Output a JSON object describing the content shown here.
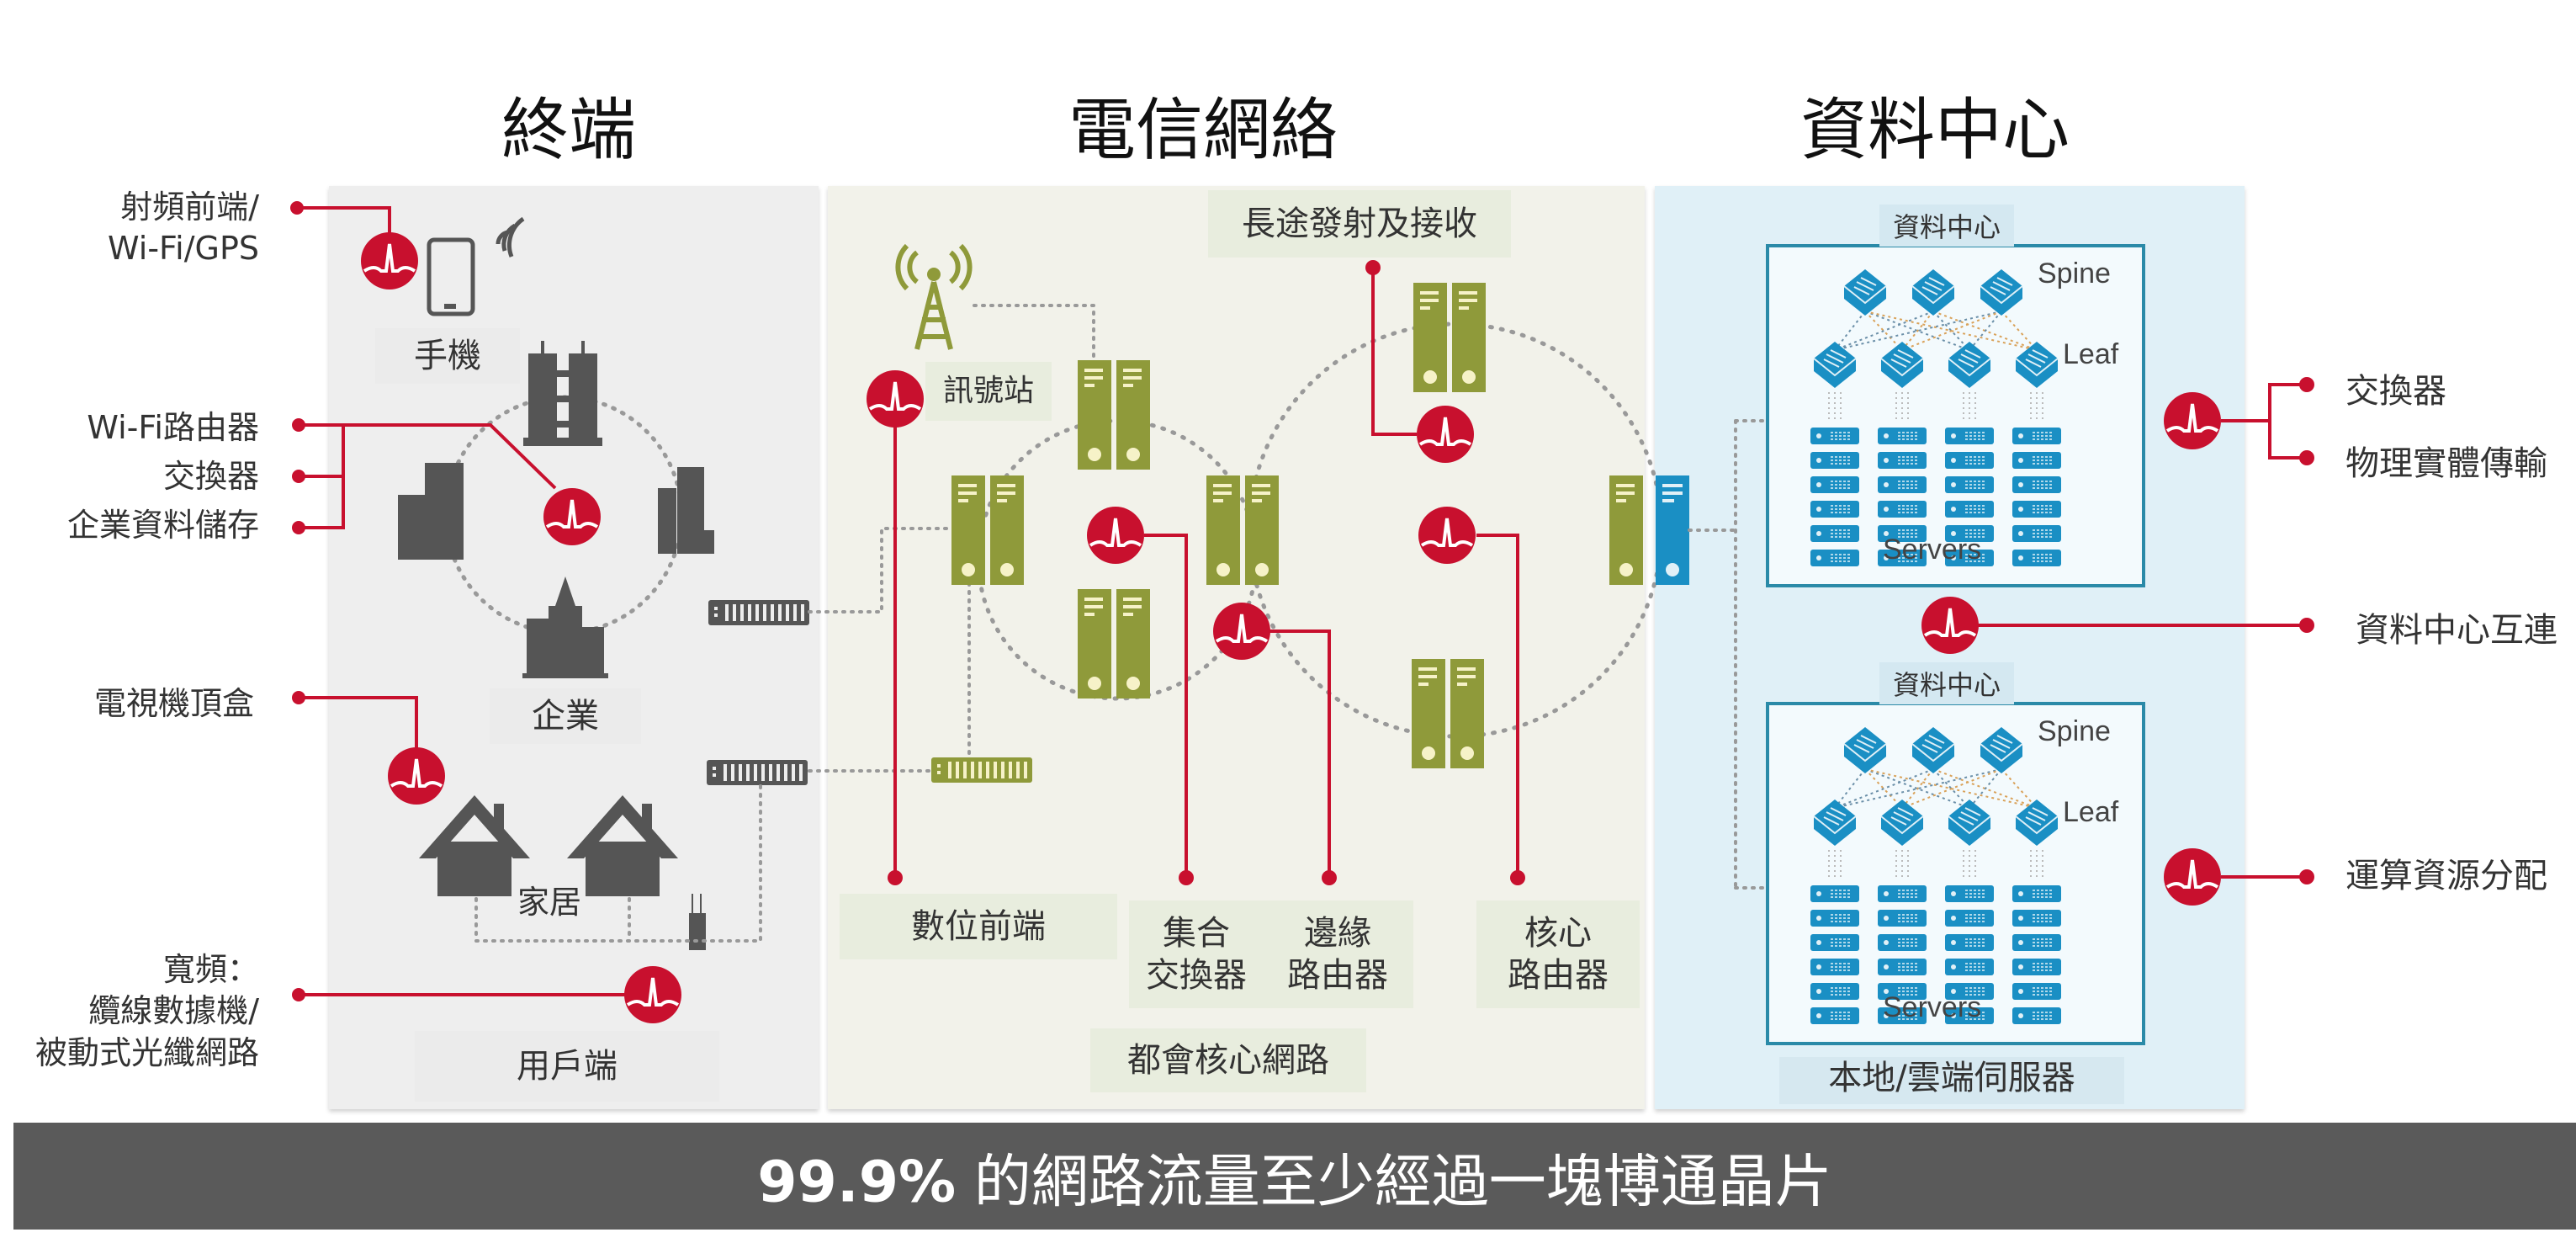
{
  "titles": {
    "endpoint": "終端",
    "telecom": "電信網絡",
    "datacenter": "資料中心"
  },
  "left_labels": {
    "rf": [
      "射頻前端/",
      "Wi-Fi/GPS"
    ],
    "wifi_router": "Wi-Fi路由器",
    "switch": "交換器",
    "enterprise_storage": "企業資料儲存",
    "set_top_box": "電視機頂盒",
    "broadband": [
      "寬頻：",
      "纜線數據機/",
      "被動式光纖網路"
    ]
  },
  "endpoint_panel": {
    "phone": "手機",
    "enterprise": "企業",
    "home": "家居",
    "customer": "用戶端"
  },
  "telecom_panel": {
    "long_haul": "長途發射及接收",
    "cell_tower": "訊號站",
    "digital_frontend": "數位前端",
    "aggregation_switch": [
      "集合",
      "交換器"
    ],
    "edge_router": [
      "邊緣",
      "路由器"
    ],
    "core_router": [
      "核心",
      "路由器"
    ],
    "metro_core": "都會核心網路"
  },
  "datacenter_panel": {
    "dc_caption_top": "資料中心",
    "dc_caption_bottom": "資料中心",
    "spine": "Spine",
    "leaf": "Leaf",
    "servers": "Servers",
    "onprem_cloud": "本地/雲端伺服器"
  },
  "right_labels": {
    "switch": "交換器",
    "phy": "物理實體傳輸",
    "dci": "資料中心互連",
    "compute": "運算資源分配"
  },
  "banner": {
    "percent": "99.9%",
    "text": " 的網路流量至少經過一塊博通晶片"
  },
  "colors": {
    "broadcom_red": "#c8102e",
    "telecom_olive": "#8f9a3a",
    "datacenter_blue": "#1a8fc4",
    "endpoint_gray": "#555555",
    "banner_bg": "#5a5a5a"
  }
}
